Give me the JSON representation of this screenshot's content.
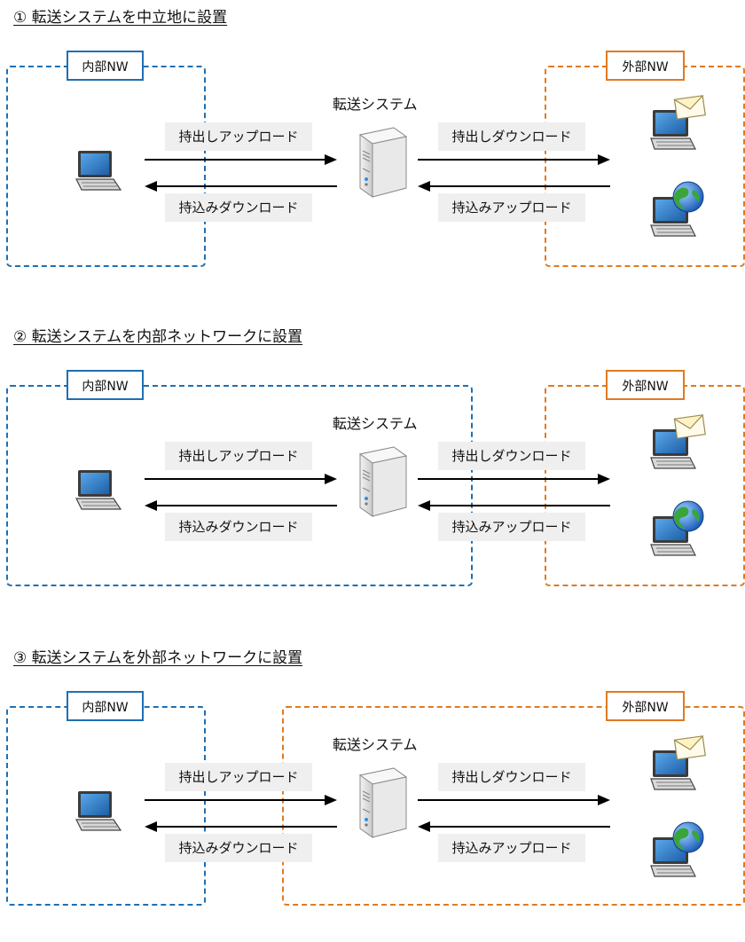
{
  "sections": [
    {
      "title": "① 転送システムを中立地に設置",
      "internal_label": "内部NW",
      "external_label": "外部NW",
      "system_label": "転送システム",
      "flows": {
        "out_upload": "持出しアップロード",
        "in_download": "持込みダウンロード",
        "out_download": "持出しダウンロード",
        "in_upload": "持込みアップロード"
      }
    },
    {
      "title": "② 転送システムを内部ネットワークに設置",
      "internal_label": "内部NW",
      "external_label": "外部NW",
      "system_label": "転送システム",
      "flows": {
        "out_upload": "持出しアップロード",
        "in_download": "持込みダウンロード",
        "out_download": "持出しダウンロード",
        "in_upload": "持込みアップロード"
      }
    },
    {
      "title": "③ 転送システムを外部ネットワークに設置",
      "internal_label": "内部NW",
      "external_label": "外部NW",
      "system_label": "転送システム",
      "flows": {
        "out_upload": "持出しアップロード",
        "in_download": "持込みダウンロード",
        "out_download": "持出しダウンロード",
        "in_upload": "持込みアップロード"
      }
    }
  ],
  "colors": {
    "internal": "#1f6fb2",
    "external": "#e07a1f",
    "label_bg": "#efefef",
    "arrow": "#000000"
  },
  "icons": [
    "laptop-icon",
    "server-icon",
    "mail-computer-icon",
    "globe-computer-icon"
  ]
}
